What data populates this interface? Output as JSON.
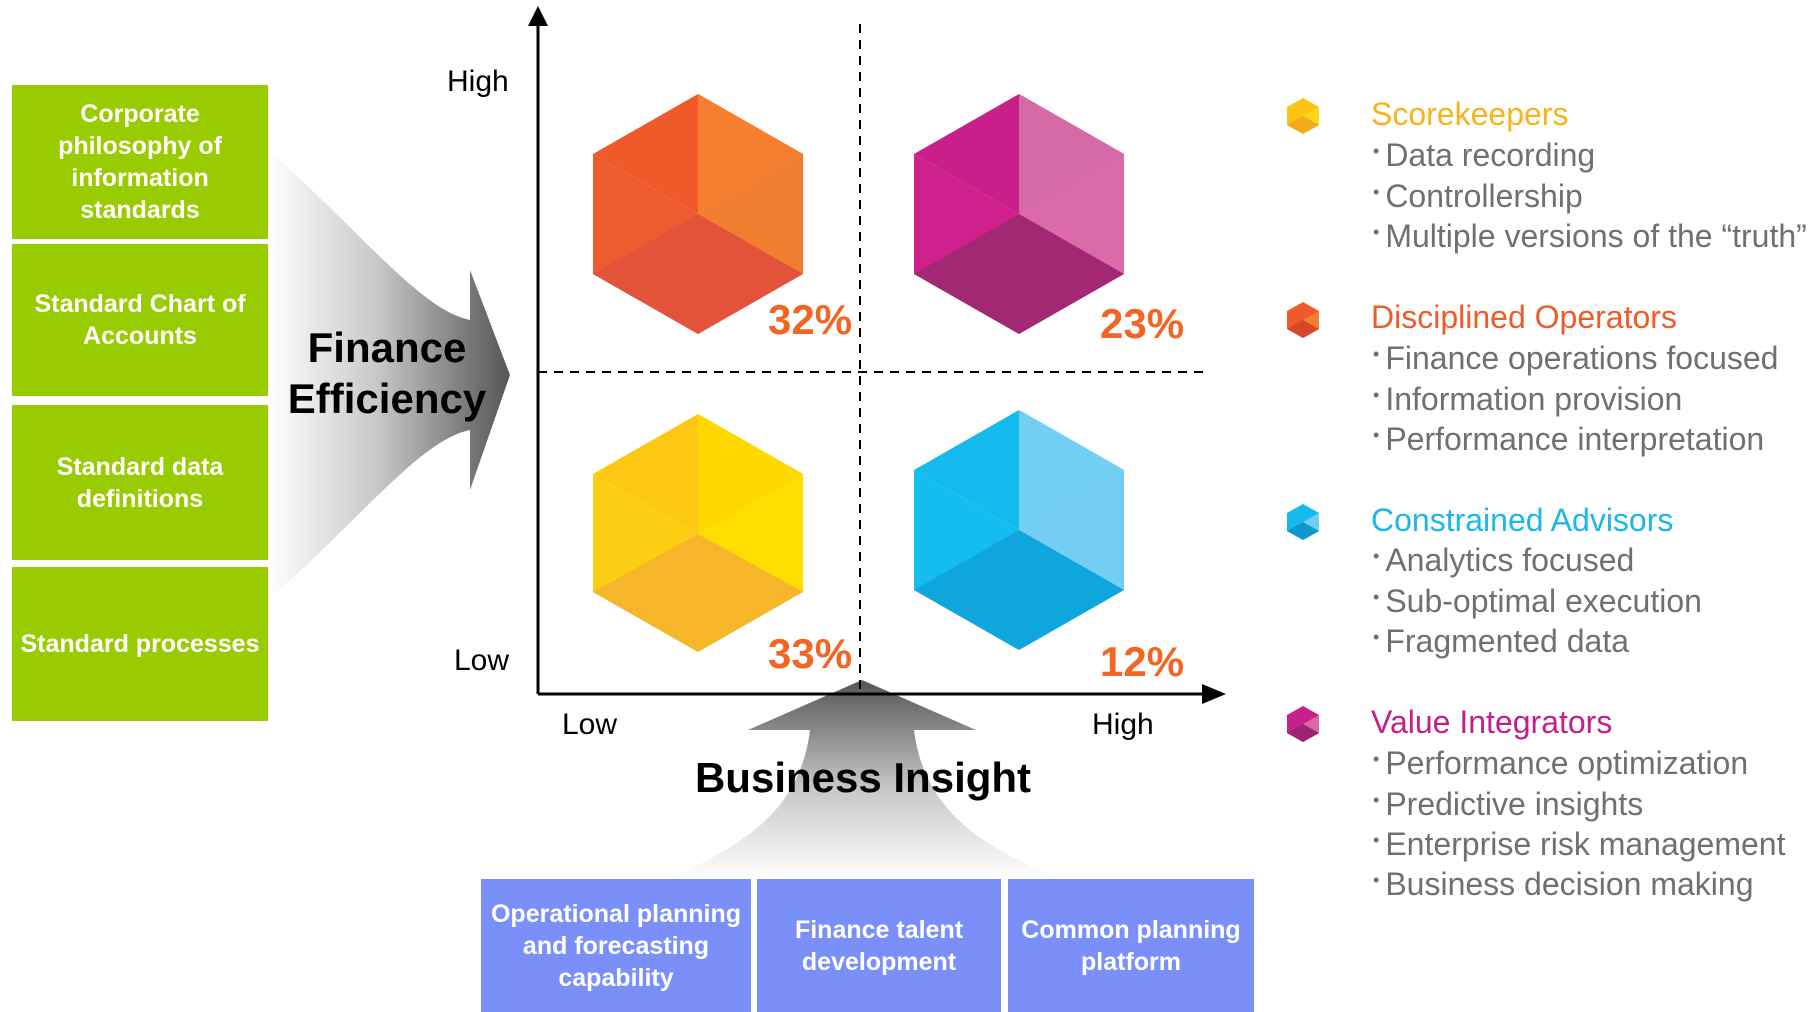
{
  "left_boxes": [
    "Corporate philosophy of information standards",
    "Standard Chart of Accounts",
    "Standard data definitions",
    "Standard processes"
  ],
  "bottom_boxes": [
    "Operational planning and forecasting capability",
    "Finance talent development",
    "Common planning platform"
  ],
  "y_axis": {
    "label": "Finance Efficiency",
    "high": "High",
    "low": "Low"
  },
  "x_axis": {
    "label": "Business Insight",
    "low": "Low",
    "high": "High"
  },
  "quadrants": {
    "top_left": {
      "percent": "32%",
      "segment": "Disciplined Operators",
      "color": "#f15a29"
    },
    "top_right": {
      "percent": "23%",
      "segment": "Value Integrators",
      "color": "#c41e8a"
    },
    "bottom_left": {
      "percent": "33%",
      "segment": "Scorekeepers",
      "color": "#fbbf16"
    },
    "bottom_right": {
      "percent": "12%",
      "segment": "Constrained Advisors",
      "color": "#1ab7e8"
    }
  },
  "legend": [
    {
      "title": "Scorekeepers",
      "color": "#f9b31a",
      "icon": "yellow-cube-icon",
      "items": [
        "Data recording",
        "Controllership",
        "Multiple versions of the “truth”"
      ]
    },
    {
      "title": "Disciplined Operators",
      "color": "#f15a29",
      "icon": "orange-cube-icon",
      "items": [
        "Finance operations focused",
        "Information provision",
        "Performance interpretation"
      ]
    },
    {
      "title": "Constrained Advisors",
      "color": "#1ab7e8",
      "icon": "blue-cube-icon",
      "items": [
        "Analytics focused",
        "Sub-optimal execution",
        "Fragmented data"
      ]
    },
    {
      "title": "Value Integrators",
      "color": "#c41e8a",
      "icon": "magenta-cube-icon",
      "items": [
        "Performance optimization",
        "Predictive insights",
        "Enterprise risk management",
        "Business decision making"
      ]
    }
  ]
}
